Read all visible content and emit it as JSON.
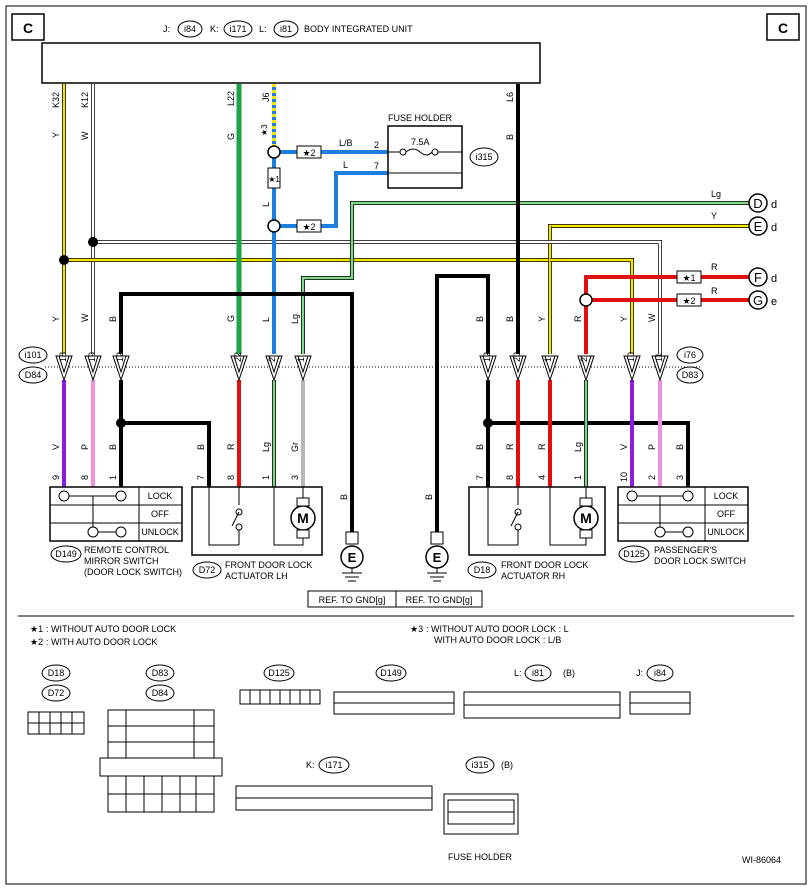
{
  "header": {
    "corner_left": "C",
    "corner_right": "C",
    "prefix_j": "J:",
    "prefix_k": "K:",
    "prefix_l": "L:",
    "conn_j": "i84",
    "conn_k": "i171",
    "conn_l": "i81",
    "unit_title": "BODY INTEGRATED UNIT"
  },
  "fuse": {
    "title": "FUSE HOLDER",
    "rating": "7.5A",
    "pin_top": "2",
    "pin_bottom": "7",
    "connector": "i315",
    "wire_top": "L/B",
    "wire_bottom": "L"
  },
  "labels": {
    "star1": "★1",
    "star2": "★2",
    "star3": "★3"
  },
  "top_pins": {
    "k32": "K32",
    "k12": "K12",
    "l22": "L22",
    "j6": "J6",
    "l6": "L6"
  },
  "colors_top": {
    "y": "Y",
    "w": "W",
    "g": "G",
    "l": "L",
    "b": "B",
    "lg": "Lg",
    "r": "R"
  },
  "right_terminals": [
    {
      "letter": "D",
      "suffix": "d"
    },
    {
      "letter": "E",
      "suffix": "d"
    },
    {
      "letter": "F",
      "suffix": "d"
    },
    {
      "letter": "G",
      "suffix": "e"
    }
  ],
  "connectors_row": {
    "left_a": "i101",
    "left_b": "D84",
    "right_a": "i76",
    "right_b": "D83",
    "left_pins": [
      "18",
      "19",
      "12",
      "22",
      "2",
      "1"
    ],
    "right_pins": [
      "12",
      "20",
      "1",
      "2",
      "10",
      "11"
    ]
  },
  "lower_colors_left": [
    "V",
    "P",
    "B",
    "B",
    "R",
    "Lg",
    "Gr",
    "B"
  ],
  "lower_colors_right": [
    "B",
    "B",
    "R",
    "R",
    "Lg",
    "V",
    "P",
    "B"
  ],
  "lower_pins_left": [
    "9",
    "8",
    "1",
    "7",
    "8",
    "1",
    "3"
  ],
  "lower_pins_right": [
    "7",
    "8",
    "4",
    "1",
    "10",
    "2",
    "3"
  ],
  "ground": "E",
  "ground_note_left": "REF. TO GND[g]",
  "ground_note_right": "REF. TO GND[g]",
  "switch_states": [
    "LOCK",
    "OFF",
    "UNLOCK"
  ],
  "components": {
    "mirror_conn": "D149",
    "mirror_name_1": "REMOTE CONTROL",
    "mirror_name_2": "MIRROR SWITCH",
    "mirror_name_3": "(DOOR LOCK SWITCH)",
    "act_lh_conn": "D72",
    "act_lh_name_1": "FRONT DOOR LOCK",
    "act_lh_name_2": "ACTUATOR LH",
    "act_rh_conn": "D18",
    "act_rh_name_1": "FRONT DOOR LOCK",
    "act_rh_name_2": "ACTUATOR RH",
    "pass_conn": "D125",
    "pass_name_1": "PASSENGER'S",
    "pass_name_2": "DOOR LOCK SWITCH",
    "motor": "M"
  },
  "notes": {
    "n1_key": "★1",
    "n1_text": ": WITHOUT AUTO DOOR LOCK",
    "n2_key": "★2",
    "n2_text": ": WITH AUTO DOOR LOCK",
    "n3_key": "★3",
    "n3_text_1": ": WITHOUT AUTO DOOR LOCK  : L",
    "n3_text_2": "WITH AUTO DOOR LOCK  : L/B"
  },
  "connector_views": {
    "d18": "D18",
    "d72": "D72",
    "d83": "D83",
    "d84": "D84",
    "d125": "D125",
    "d149": "D149",
    "l_prefix": "L:",
    "i81": "i81",
    "i81_sub": "(B)",
    "j_prefix": "J:",
    "i84": "i84",
    "k_prefix": "K:",
    "i171": "i171",
    "i315": "i315",
    "i315_sub": "(B)",
    "fuse_holder": "FUSE HOLDER"
  },
  "figure_id": "WI-86064",
  "wire_colors": {
    "yellow": "#f5e600",
    "green": "#1aa34a",
    "blue": "#1c7fe0",
    "black": "#000000",
    "lightgreen": "#7fd88a",
    "red": "#e01010",
    "violet": "#8a1ee0",
    "pink": "#f090e0",
    "gray": "#b8b8b8",
    "white": "#ffffff"
  }
}
